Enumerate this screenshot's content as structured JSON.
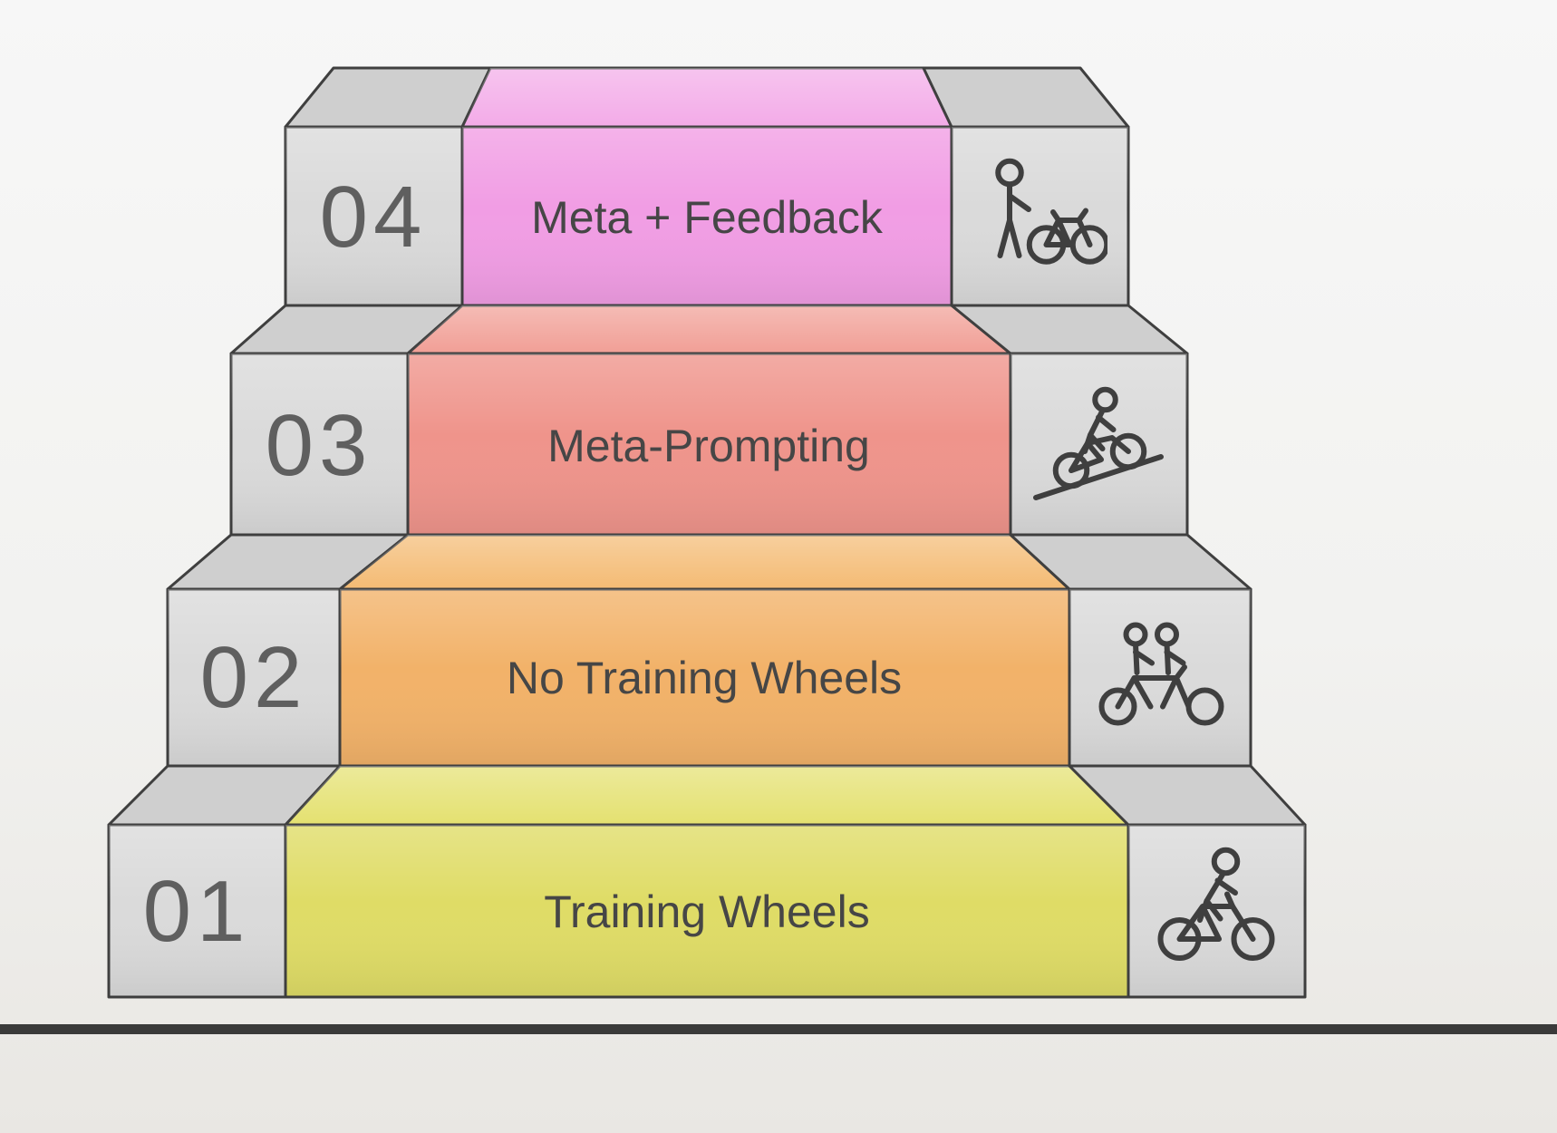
{
  "diagram": {
    "type": "stepped-pyramid",
    "description": "Four-level staircase diagram of prompting maturity, numbered bottom (01) to top (04), each level with a cycling icon"
  },
  "steps": [
    {
      "number": "04",
      "label": "Meta + Feedback",
      "face_color": "#f19de4",
      "tread_color": "#f3abe8",
      "icon": "person-standing-with-bicycle-icon"
    },
    {
      "number": "03",
      "label": "Meta-Prompting",
      "face_color": "#ef948b",
      "tread_color": "#f19f96",
      "icon": "cyclist-riding-uphill-icon"
    },
    {
      "number": "02",
      "label": "No Training Wheels",
      "face_color": "#f2b269",
      "tread_color": "#f4bb74",
      "icon": "tandem-bicycle-icon"
    },
    {
      "number": "01",
      "label": "Training Wheels",
      "face_color": "#dfdc66",
      "tread_color": "#e4e170",
      "icon": "cyclist-on-bicycle-icon"
    }
  ],
  "grays": {
    "face": "#dadada",
    "tread": "#cfcfcf"
  },
  "colors": {
    "outline": "#3f3f3f",
    "number_text": "#5f5f5f",
    "label_text": "#464646",
    "background_top": "#f7f7f7",
    "background_bottom": "#e9e7e3",
    "bottom_bar": "#3a3a3a"
  }
}
